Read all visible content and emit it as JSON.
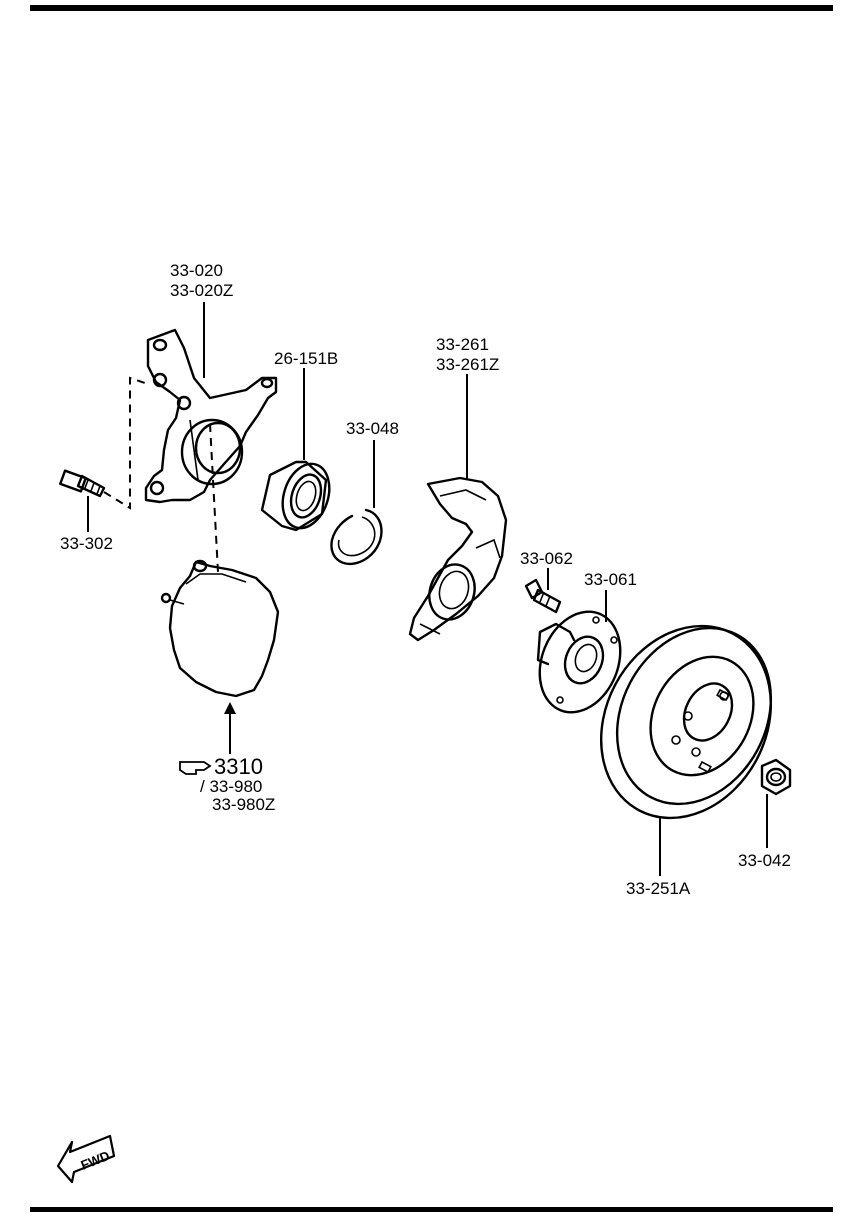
{
  "labels": {
    "knuckle_1": "33-020",
    "knuckle_2": "33-020Z",
    "bearing": "26-151B",
    "snap_ring": "33-048",
    "dust_cover_1": "33-261",
    "dust_cover_2": "33-261Z",
    "bolt": "33-302",
    "hub_bolt": "33-062",
    "hub": "33-061",
    "ref_group": "3310",
    "ref_1": "/ 33-980",
    "ref_2": "33-980Z",
    "disc": "33-251A",
    "nut": "33-042",
    "fwd": "FWD"
  }
}
